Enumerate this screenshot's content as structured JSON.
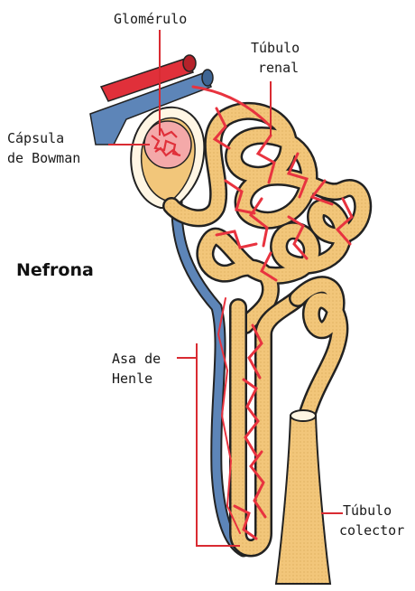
{
  "title": "Nefrona",
  "labels": {
    "glomerulo": "Glomérulo",
    "tubulo_renal_1": "Túbulo",
    "tubulo_renal_2": "renal",
    "capsula_1": "Cápsula",
    "capsula_2": "de Bowman",
    "asa_1": "Asa de",
    "asa_2": "Henle",
    "colector_1": "Túbulo",
    "colector_2": "colector"
  },
  "colors": {
    "tubule": "#f2c67a",
    "tubule_outline": "#5a4520",
    "artery": "#e0303a",
    "vein": "#5d85b8",
    "capillary": "#e8333f",
    "leader": "#d92b32"
  }
}
